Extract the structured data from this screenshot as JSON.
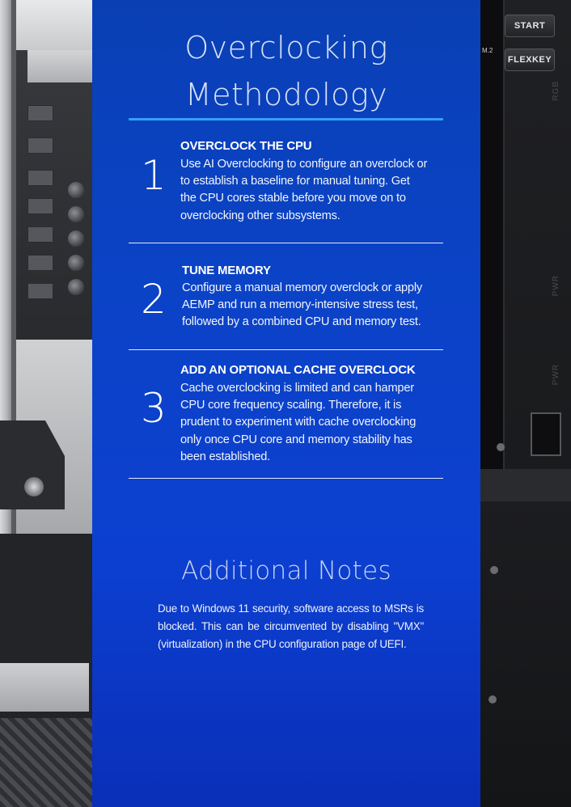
{
  "title": "Overclocking Methodology",
  "accent_color": "#36a0ff",
  "panel_color": "#0b43c7",
  "steps": [
    {
      "number": "1",
      "heading": "OVERCLOCK THE CPU",
      "text": "Use AI Overclocking to configure an overclock or to establish a baseline for manual tuning. Get the CPU cores stable before you move on to overclocking other subsystems."
    },
    {
      "number": "2",
      "heading": "TUNE MEMORY",
      "text": "Configure a manual memory overclock or apply AEMP and run a memory-intensive stress test, followed by a combined CPU and memory test."
    },
    {
      "number": "3",
      "heading": "ADD AN OPTIONAL CACHE OVERCLOCK",
      "text": "Cache overclocking is limited and can hamper CPU core frequency scaling. Therefore, it is prudent to experiment  with cache overclocking only once CPU core and memory stability has been established."
    }
  ],
  "notes": {
    "title": "Additional Notes",
    "text": "Due to Windows 11 security, software access to MSRs is blocked. This can be circumvented by disabling \"VMX\" (virtualization) in the CPU configuration page of UEFI."
  },
  "board_photo": {
    "start_key": "START",
    "flexkey": "FLEXKEY",
    "m2_label": "M.2"
  }
}
